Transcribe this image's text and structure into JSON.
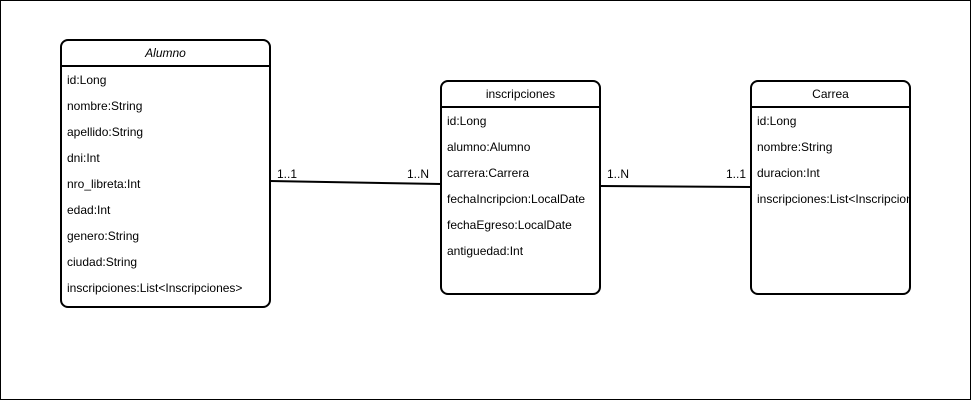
{
  "classes": {
    "alumno": {
      "name": "Alumno",
      "attributes": [
        "id:Long",
        "nombre:String",
        "apellido:String",
        "dni:Int",
        "nro_libreta:Int",
        "edad:Int",
        "genero:String",
        "ciudad:String",
        "inscripciones:List<Inscripciones>"
      ]
    },
    "inscripciones": {
      "name": "inscripciones",
      "attributes": [
        "id:Long",
        "alumno:Alumno",
        "carrera:Carrera",
        "fechaIncripcion:LocalDate",
        "fechaEgreso:LocalDate",
        "antiguedad:Int"
      ]
    },
    "carrea": {
      "name": "Carrea",
      "attributes": [
        "id:Long",
        "nombre:String",
        "duracion:Int",
        "inscripciones:List<Inscripciones>"
      ]
    }
  },
  "relations": {
    "alumno_inscripciones": {
      "source_mult": "1..1",
      "target_mult": "1..N"
    },
    "inscripciones_carrea": {
      "source_mult": "1..N",
      "target_mult": "1..1"
    }
  }
}
